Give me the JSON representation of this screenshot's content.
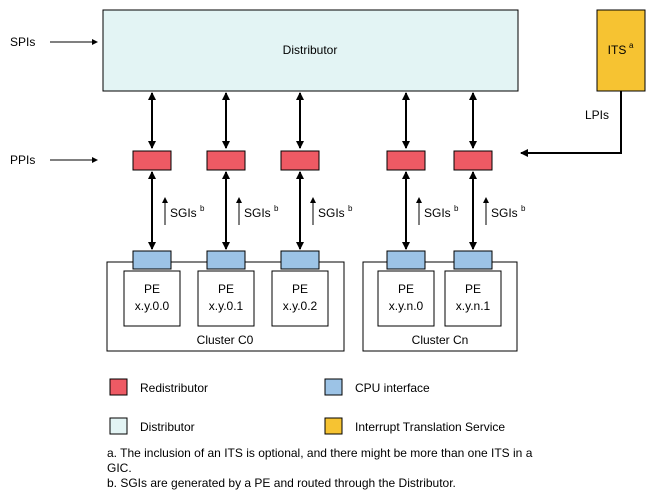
{
  "inputs": {
    "spis": "SPIs",
    "ppis": "PPIs",
    "lpis": "LPIs"
  },
  "distributor": {
    "label": "Distributor"
  },
  "its": {
    "label": "ITS",
    "sup": "a"
  },
  "sgi": {
    "label": "SGIs",
    "sup": "b"
  },
  "pe_label": "PE",
  "clusters": [
    {
      "label": "Cluster C0",
      "pes": [
        "x.y.0.0",
        "x.y.0.1",
        "x.y.0.2"
      ]
    },
    {
      "label": "Cluster Cn",
      "pes": [
        "x.y.n.0",
        "x.y.n.1"
      ]
    }
  ],
  "legend": {
    "redistributor": "Redistributor",
    "cpu_interface": "CPU interface",
    "distributor": "Distributor",
    "its": "Interrupt Translation Service"
  },
  "footnotes": {
    "a": "a. The inclusion of an ITS is optional, and there might be more than one ITS in a GIC.",
    "b": "b. SGIs are generated by a PE and routed through the Distributor."
  },
  "colors": {
    "distributor": "#e3f4f4",
    "redistributor": "#ee5a64",
    "cpu_interface": "#9cc3e6",
    "its": "#f6c332"
  }
}
